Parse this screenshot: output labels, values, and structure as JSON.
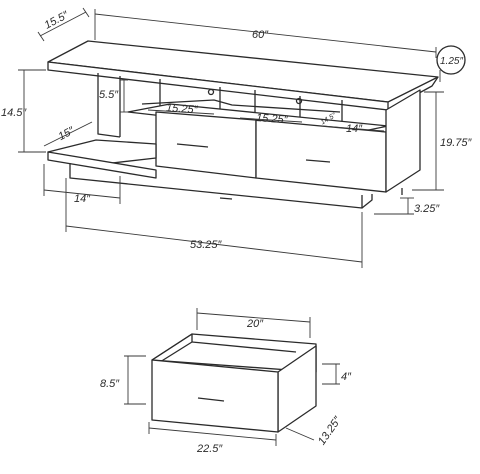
{
  "colors": {
    "line": "#2b2b2b",
    "background": "#ffffff"
  },
  "dimensions": {
    "top_depth": "15.5″",
    "top_width": "60″",
    "top_thickness": "1.25″",
    "overall_height": "14.5″",
    "upper_shelf_height": "5.5″",
    "cubby_left_width": "15.25″",
    "cubby_middle_width": "15.25″",
    "cubby_right_depth": "14.5″",
    "cubby_right_width": "14″",
    "side_depth": "15″",
    "right_height": "19.75″",
    "left_shelf_width": "14″",
    "leg_height": "3.25″",
    "base_width": "53.25″"
  },
  "drawer": {
    "inner_width": "20″",
    "height": "8.5″",
    "inner_height": "4″",
    "width": "22.5″",
    "depth": "13.25″"
  }
}
